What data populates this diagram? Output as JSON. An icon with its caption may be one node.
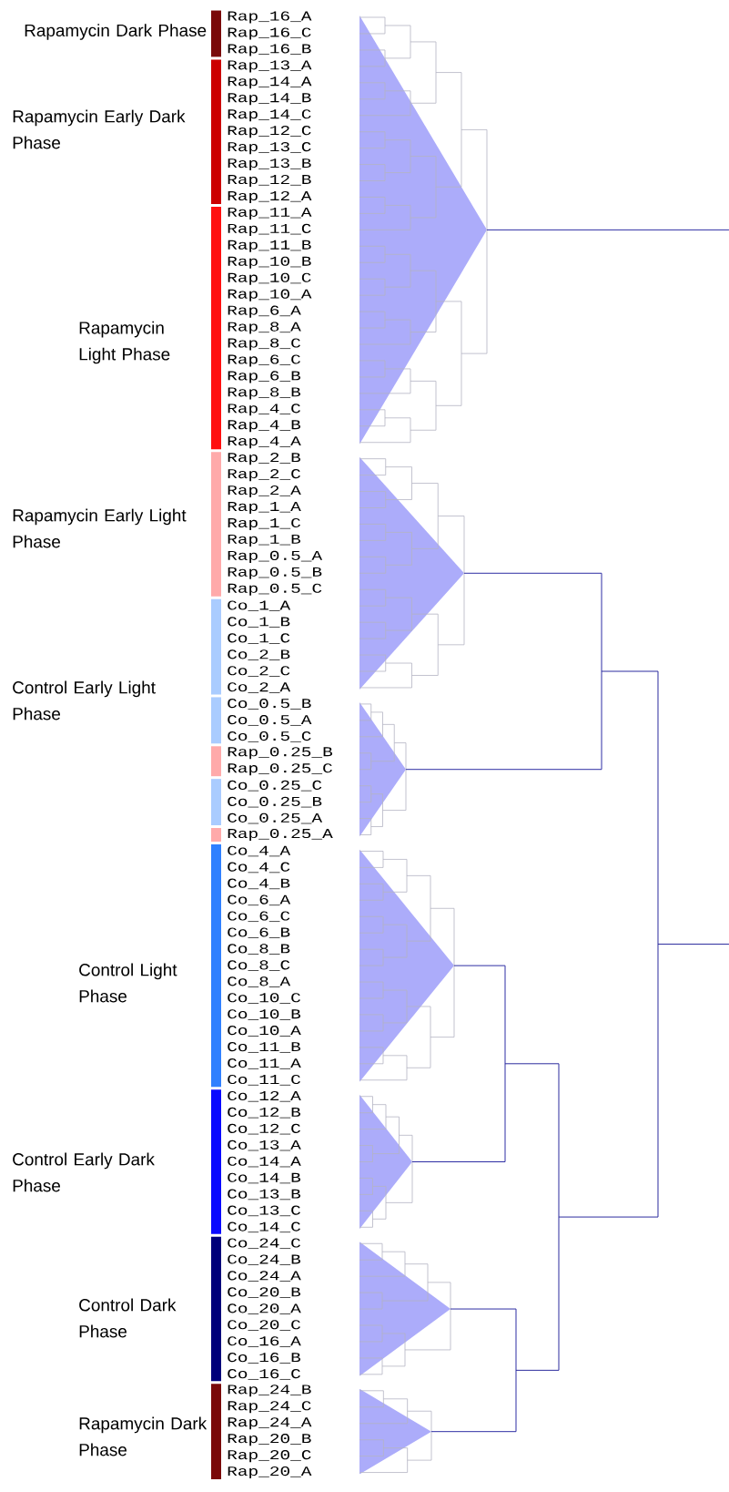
{
  "diagram": {
    "nodes": [
      {
        "text": [],
        "shape": "bar",
        "beside": [
          "Rapamycin Dark Phase"
        ]
      },
      {
        "text": [],
        "shape": "bar",
        "beside": [
          "Rapamycin Early Dark Phase"
        ]
      },
      {
        "text": [],
        "shape": "bar",
        "beside": [
          "Rapamycin Light Phase"
        ]
      },
      {
        "text": [],
        "shape": "bar",
        "beside": [
          "Rapamycin Early Light Phase"
        ]
      },
      {
        "text": [],
        "shape": "bar",
        "beside": [
          "Control Early Light Phase"
        ]
      },
      {
        "text": [],
        "shape": "bar"
      },
      {
        "text": [],
        "shape": "bar"
      },
      {
        "text": [],
        "shape": "bar"
      },
      {
        "text": [],
        "shape": "bar"
      },
      {
        "text": [],
        "shape": "bar",
        "beside": [
          "Control Light Phase"
        ]
      },
      {
        "text": [],
        "shape": "bar",
        "beside": [
          "Control Early Dark Phase"
        ]
      },
      {
        "text": [],
        "shape": "bar",
        "beside": [
          "Control Dark Phase"
        ]
      },
      {
        "text": [],
        "shape": "bar",
        "beside": [
          "Rapamycin Dark Phase"
        ]
      },
      {
        "text": [],
        "shape": "triangle"
      },
      {
        "text": [],
        "shape": "triangle"
      },
      {
        "text": [],
        "shape": "triangle"
      },
      {
        "text": [],
        "shape": "triangle"
      },
      {
        "text": [],
        "shape": "triangle"
      },
      {
        "text": [],
        "shape": "triangle"
      },
      {
        "text": [],
        "shape": "triangle"
      }
    ],
    "edges": [
      {
        "from": 13,
        "to": null,
        "arrow": "none"
      },
      {
        "from": 14,
        "to": 15,
        "arrow": "none"
      },
      {
        "from": 16,
        "to": 17,
        "arrow": "none"
      },
      {
        "from": 18,
        "to": 19,
        "arrow": "none"
      }
    ],
    "labels": [
      "Rap_16_A",
      "Rap_16_C",
      "Rap_16_B",
      "Rap_13_A",
      "Rap_14_A",
      "Rap_14_B",
      "Rap_14_C",
      "Rap_12_C",
      "Rap_13_C",
      "Rap_13_B",
      "Rap_12_B",
      "Rap_12_A",
      "Rap_11_A",
      "Rap_11_C",
      "Rap_11_B",
      "Rap_10_B",
      "Rap_10_C",
      "Rap_10_A",
      "Rap_6_A",
      "Rap_8_A",
      "Rap_8_C",
      "Rap_6_C",
      "Rap_6_B",
      "Rap_8_B",
      "Rap_4_C",
      "Rap_4_B",
      "Rap_4_A",
      "Rap_2_B",
      "Rap_2_C",
      "Rap_2_A",
      "Rap_1_A",
      "Rap_1_C",
      "Rap_1_B",
      "Rap_0.5_A",
      "Rap_0.5_B",
      "Rap_0.5_C",
      "Co_1_A",
      "Co_1_B",
      "Co_1_C",
      "Co_2_B",
      "Co_2_C",
      "Co_2_A",
      "Co_0.5_B",
      "Co_0.5_A",
      "Co_0.5_C",
      "Rap_0.25_B",
      "Rap_0.25_C",
      "Co_0.25_C",
      "Co_0.25_B",
      "Co_0.25_A",
      "Rap_0.25_A",
      "Co_4_A",
      "Co_4_C",
      "Co_4_B",
      "Co_6_A",
      "Co_6_C",
      "Co_6_B",
      "Co_8_B",
      "Co_8_C",
      "Co_8_A",
      "Co_10_C",
      "Co_10_B",
      "Co_10_A",
      "Co_11_B",
      "Co_11_A",
      "Co_11_C",
      "Co_12_A",
      "Co_12_B",
      "Co_12_C",
      "Co_13_A",
      "Co_14_A",
      "Co_14_B",
      "Co_13_B",
      "Co_13_C",
      "Co_14_C",
      "Co_24_C",
      "Co_24_B",
      "Co_24_A",
      "Co_20_B",
      "Co_20_A",
      "Co_20_C",
      "Co_16_A",
      "Co_16_B",
      "Co_16_C",
      "Rap_24_B",
      "Rap_24_C",
      "Rap_24_A",
      "Rap_20_B",
      "Rap_20_C",
      "Rap_20_A"
    ]
  }
}
